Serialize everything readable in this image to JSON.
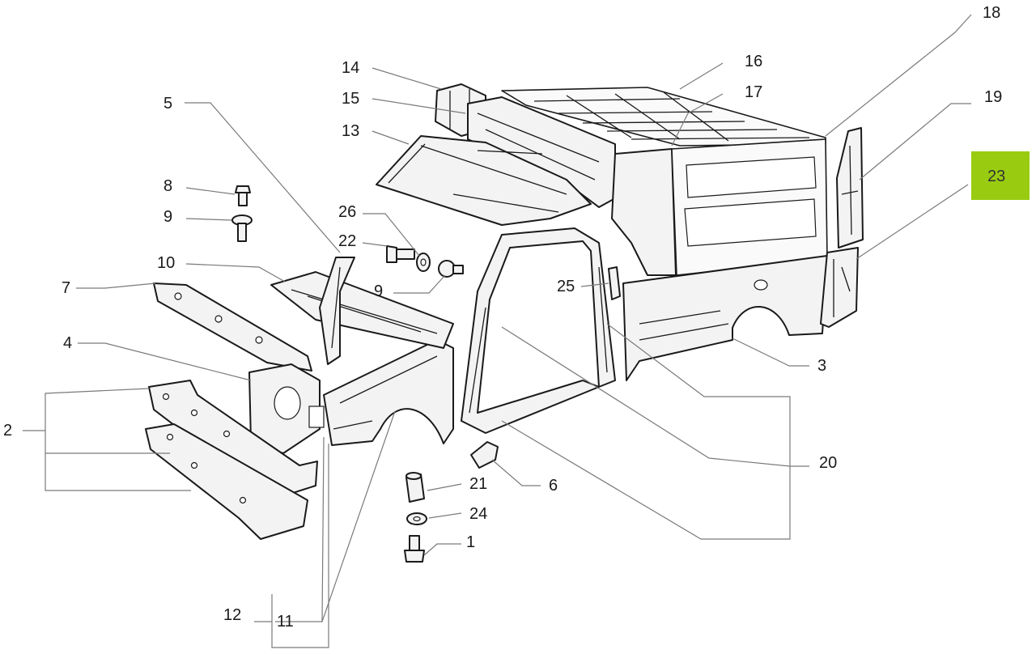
{
  "callouts": {
    "c1": "1",
    "c2": "2",
    "c3": "3",
    "c4": "4",
    "c5": "5",
    "c6": "6",
    "c7": "7",
    "c8": "8",
    "c9a": "9",
    "c9b": "9",
    "c10": "10",
    "c11": "11",
    "c12": "12",
    "c13": "13",
    "c14": "14",
    "c15": "15",
    "c16": "16",
    "c17": "17",
    "c18": "18",
    "c19": "19",
    "c20": "20",
    "c21": "21",
    "c22": "22",
    "c23": "23",
    "c24": "24",
    "c25": "25",
    "c26": "26"
  },
  "highlight": {
    "part_number": "23",
    "color": "#99cc11"
  }
}
